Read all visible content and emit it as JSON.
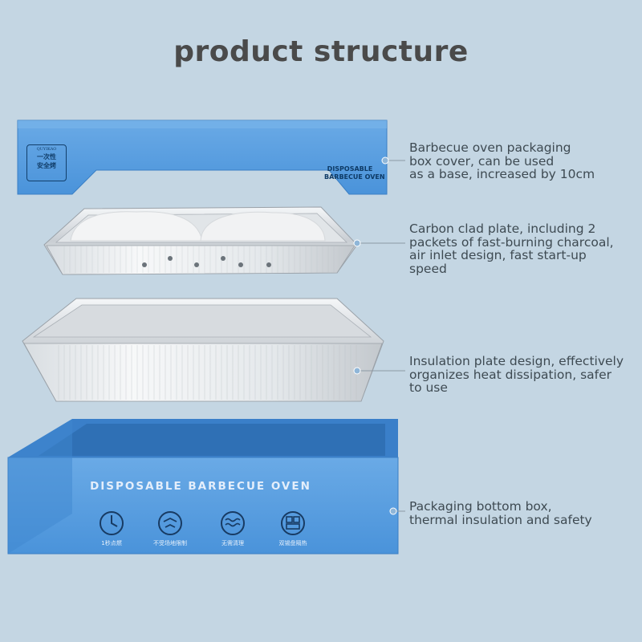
{
  "title": "product structure",
  "lid": {
    "seal_brand": "QUYIKAO",
    "seal_top": "一次性",
    "seal_bottom": "安全烤",
    "label_line1": "DISPOSABLE",
    "label_line2": "BARBECUE OVEN"
  },
  "bottom_box": {
    "label": "DISPOSABLE BARBECUE OVEN",
    "features": [
      {
        "label": "1秒点燃",
        "icon": "timer-icon"
      },
      {
        "label": "不受场地限制",
        "icon": "location-icon"
      },
      {
        "label": "无需清理",
        "icon": "waves-icon"
      },
      {
        "label": "双锡盘隔热",
        "icon": "double-tray-icon"
      }
    ]
  },
  "callouts": [
    {
      "lines": [
        "Barbecue oven packaging",
        "box cover, can be used",
        "as a base, increased by 10cm"
      ]
    },
    {
      "lines": [
        "Carbon clad plate, including 2",
        "packets of fast-burning charcoal,",
        "air inlet design, fast start-up",
        "speed"
      ]
    },
    {
      "lines": [
        "Insulation plate design, effectively",
        "organizes heat dissipation, safer",
        "to use"
      ]
    },
    {
      "lines": [
        "Packaging bottom box,",
        "thermal insulation and safety"
      ]
    }
  ],
  "colors": {
    "background": "#c4d6e3",
    "box_blue": "#4b97de",
    "title": "#4a4a4a",
    "callout_text": "#3e4a52"
  }
}
